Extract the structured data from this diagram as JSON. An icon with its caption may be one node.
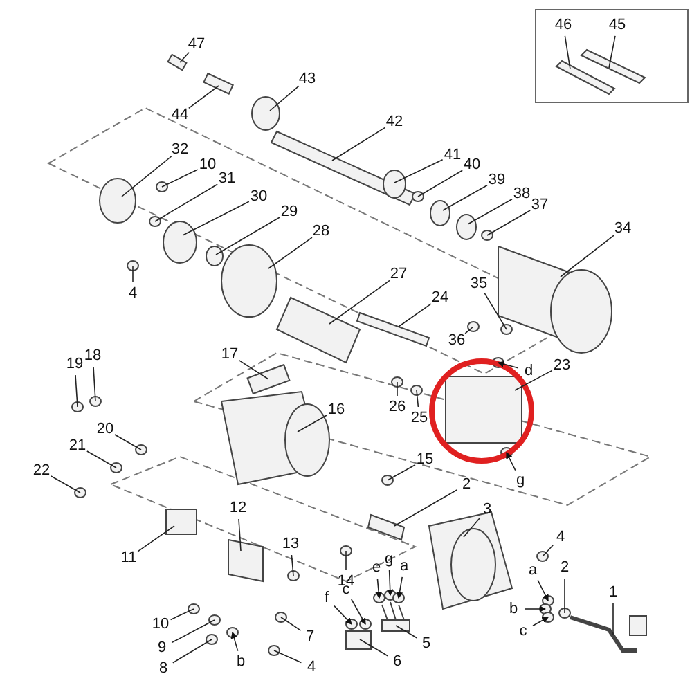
{
  "diagram": {
    "nodes": [
      {
        "text": [
          "46"
        ]
      },
      {
        "text": [
          "45"
        ]
      },
      {
        "text": [
          "47"
        ]
      },
      {
        "text": [
          "43"
        ]
      },
      {
        "text": [
          "44"
        ]
      },
      {
        "text": [
          "42"
        ]
      },
      {
        "text": [
          "32"
        ]
      },
      {
        "text": [
          "10"
        ]
      },
      {
        "text": [
          "31"
        ]
      },
      {
        "text": [
          "41"
        ]
      },
      {
        "text": [
          "40"
        ]
      },
      {
        "text": [
          "30"
        ]
      },
      {
        "text": [
          "39"
        ]
      },
      {
        "text": [
          "29"
        ]
      },
      {
        "text": [
          "38"
        ]
      },
      {
        "text": [
          "37"
        ]
      },
      {
        "text": [
          "28"
        ]
      },
      {
        "text": [
          "34"
        ]
      },
      {
        "text": [
          "4"
        ]
      },
      {
        "text": [
          "27"
        ]
      },
      {
        "text": [
          "35"
        ]
      },
      {
        "text": [
          "24"
        ]
      },
      {
        "text": [
          "36"
        ]
      },
      {
        "text": [
          "17"
        ]
      },
      {
        "text": [
          "18"
        ]
      },
      {
        "text": [
          "19"
        ]
      },
      {
        "text": [
          "23"
        ]
      },
      {
        "text": [
          "d"
        ]
      },
      {
        "text": [
          "16"
        ]
      },
      {
        "text": [
          "26"
        ]
      },
      {
        "text": [
          "25"
        ]
      },
      {
        "text": [
          "20"
        ]
      },
      {
        "text": [
          "21"
        ]
      },
      {
        "text": [
          "22"
        ]
      },
      {
        "text": [
          "15"
        ]
      },
      {
        "text": [
          "g"
        ]
      },
      {
        "text": [
          "2"
        ]
      },
      {
        "text": [
          "12"
        ]
      },
      {
        "text": [
          "3"
        ]
      },
      {
        "text": [
          "11"
        ]
      },
      {
        "text": [
          "13"
        ]
      },
      {
        "text": [
          "4"
        ]
      },
      {
        "text": [
          "14"
        ]
      },
      {
        "text": [
          "e"
        ]
      },
      {
        "text": [
          "g"
        ]
      },
      {
        "text": [
          "a"
        ]
      },
      {
        "text": [
          "a"
        ]
      },
      {
        "text": [
          "2"
        ]
      },
      {
        "text": [
          "f"
        ]
      },
      {
        "text": [
          "c"
        ]
      },
      {
        "text": [
          "1"
        ]
      },
      {
        "text": [
          "b"
        ]
      },
      {
        "text": [
          "c"
        ]
      },
      {
        "text": [
          "10"
        ]
      },
      {
        "text": [
          "7"
        ]
      },
      {
        "text": [
          "9"
        ]
      },
      {
        "text": [
          "5"
        ]
      },
      {
        "text": [
          "8"
        ]
      },
      {
        "text": [
          "b"
        ]
      },
      {
        "text": [
          "6"
        ]
      },
      {
        "text": [
          "4"
        ]
      },
      {
        "text": [],
        "shape": "bar"
      },
      {
        "text": [],
        "shape": "bar"
      },
      {
        "text": [],
        "shape": "bar"
      },
      {
        "text": [],
        "shape": "circle"
      },
      {
        "text": [],
        "shape": "bar"
      },
      {
        "text": [],
        "shape": "bar"
      },
      {
        "text": [],
        "shape": "circle"
      },
      {
        "text": [],
        "shape": "circle"
      },
      {
        "text": [],
        "shape": "circle"
      },
      {
        "text": [],
        "shape": "circle"
      },
      {
        "text": [],
        "shape": "circle"
      },
      {
        "text": [],
        "shape": "circle"
      },
      {
        "text": [],
        "shape": "circle"
      },
      {
        "text": [],
        "shape": "circle"
      },
      {
        "text": [],
        "shape": "circle"
      },
      {
        "text": [],
        "shape": "circle"
      },
      {
        "text": [],
        "shape": "circle"
      },
      {
        "text": [],
        "shape": "cylinder"
      },
      {
        "text": [],
        "shape": "circle"
      },
      {
        "text": [],
        "shape": "box"
      },
      {
        "text": [],
        "shape": "circle"
      },
      {
        "text": [],
        "shape": "bar"
      },
      {
        "text": [],
        "shape": "circle"
      },
      {
        "text": [],
        "shape": "box"
      },
      {
        "text": [],
        "shape": "circle"
      },
      {
        "text": [],
        "shape": "circle"
      },
      {
        "text": [],
        "shape": "box"
      },
      {
        "text": [],
        "shape": "circle"
      },
      {
        "text": [],
        "shape": "cylinder"
      },
      {
        "text": [],
        "shape": "circle"
      },
      {
        "text": [],
        "shape": "circle"
      },
      {
        "text": [],
        "shape": "circle"
      },
      {
        "text": [],
        "shape": "circle"
      },
      {
        "text": [],
        "shape": "circle"
      },
      {
        "text": [],
        "shape": "circle"
      },
      {
        "text": [],
        "shape": "circle"
      },
      {
        "text": [],
        "shape": "bar"
      },
      {
        "text": [],
        "shape": "box"
      },
      {
        "text": [],
        "shape": "cylinder"
      },
      {
        "text": [],
        "shape": "box"
      },
      {
        "text": [],
        "shape": "circle"
      },
      {
        "text": [],
        "shape": "circle"
      },
      {
        "text": [],
        "shape": "circle"
      },
      {
        "text": [],
        "shape": "circle"
      },
      {
        "text": [],
        "shape": "circle"
      },
      {
        "text": [],
        "shape": "circle"
      },
      {
        "text": [],
        "shape": "circle"
      },
      {
        "text": [],
        "shape": "circle"
      },
      {
        "text": [],
        "shape": "circle"
      },
      {
        "text": [],
        "shape": "circle"
      },
      {
        "text": [],
        "shape": "cable"
      },
      {
        "text": [],
        "shape": "circle"
      },
      {
        "text": [],
        "shape": "circle"
      },
      {
        "text": [],
        "shape": "circle"
      },
      {
        "text": [],
        "shape": "circle"
      },
      {
        "text": [],
        "shape": "circle"
      },
      {
        "text": [],
        "shape": "box"
      },
      {
        "text": [],
        "shape": "circle"
      },
      {
        "text": [],
        "shape": "circle"
      },
      {
        "text": [],
        "shape": "box"
      },
      {
        "text": [],
        "shape": "circle"
      }
    ],
    "edges": [
      {
        "from": 0,
        "to": 61,
        "arrow": "none"
      },
      {
        "from": 1,
        "to": 62,
        "arrow": "none"
      },
      {
        "from": 2,
        "to": 63,
        "arrow": "none"
      },
      {
        "from": 3,
        "to": 64,
        "arrow": "none"
      },
      {
        "from": 4,
        "to": 65,
        "arrow": "none"
      },
      {
        "from": 5,
        "to": 66,
        "arrow": "none"
      },
      {
        "from": 6,
        "to": 67,
        "arrow": "none"
      },
      {
        "from": 7,
        "to": 68,
        "arrow": "none"
      },
      {
        "from": 8,
        "to": 69,
        "arrow": "none"
      },
      {
        "from": 9,
        "to": 70,
        "arrow": "none"
      },
      {
        "from": 10,
        "to": 71,
        "arrow": "none"
      },
      {
        "from": 11,
        "to": 72,
        "arrow": "none"
      },
      {
        "from": 12,
        "to": 73,
        "arrow": "none"
      },
      {
        "from": 13,
        "to": 74,
        "arrow": "none"
      },
      {
        "from": 14,
        "to": 75,
        "arrow": "none"
      },
      {
        "from": 15,
        "to": 76,
        "arrow": "none"
      },
      {
        "from": 16,
        "to": 77,
        "arrow": "none"
      },
      {
        "from": 17,
        "to": 78,
        "arrow": "none"
      },
      {
        "from": 18,
        "to": 79,
        "arrow": "none"
      },
      {
        "from": 19,
        "to": 80,
        "arrow": "none"
      },
      {
        "from": 20,
        "to": 81,
        "arrow": "none"
      },
      {
        "from": 21,
        "to": 82,
        "arrow": "none"
      },
      {
        "from": 22,
        "to": 83,
        "arrow": "none"
      },
      {
        "from": 23,
        "to": 84,
        "arrow": "none"
      },
      {
        "from": 24,
        "to": 85,
        "arrow": "none"
      },
      {
        "from": 25,
        "to": 86,
        "arrow": "none"
      },
      {
        "from": 26,
        "to": 87,
        "arrow": "none"
      },
      {
        "from": 27,
        "to": 88,
        "arrow": "to"
      },
      {
        "from": 28,
        "to": 89,
        "arrow": "none"
      },
      {
        "from": 29,
        "to": 90,
        "arrow": "none"
      },
      {
        "from": 30,
        "to": 91,
        "arrow": "none"
      },
      {
        "from": 31,
        "to": 92,
        "arrow": "none"
      },
      {
        "from": 32,
        "to": 93,
        "arrow": "none"
      },
      {
        "from": 33,
        "to": 94,
        "arrow": "none"
      },
      {
        "from": 34,
        "to": 95,
        "arrow": "none"
      },
      {
        "from": 35,
        "to": 96,
        "arrow": "to"
      },
      {
        "from": 36,
        "to": 97,
        "arrow": "none"
      },
      {
        "from": 37,
        "to": 98,
        "arrow": "none"
      },
      {
        "from": 38,
        "to": 99,
        "arrow": "none"
      },
      {
        "from": 39,
        "to": 100,
        "arrow": "none"
      },
      {
        "from": 40,
        "to": 101,
        "arrow": "none"
      },
      {
        "from": 41,
        "to": 102,
        "arrow": "none"
      },
      {
        "from": 42,
        "to": 103,
        "arrow": "none"
      },
      {
        "from": 43,
        "to": 104,
        "arrow": "to"
      },
      {
        "from": 44,
        "to": 105,
        "arrow": "to"
      },
      {
        "from": 45,
        "to": 106,
        "arrow": "to"
      },
      {
        "from": 46,
        "to": 107,
        "arrow": "to"
      },
      {
        "from": 47,
        "to": 108,
        "arrow": "none"
      },
      {
        "from": 48,
        "to": 109,
        "arrow": "to"
      },
      {
        "from": 49,
        "to": 110,
        "arrow": "to"
      },
      {
        "from": 50,
        "to": 111,
        "arrow": "none"
      },
      {
        "from": 51,
        "to": 112,
        "arrow": "to"
      },
      {
        "from": 52,
        "to": 113,
        "arrow": "to"
      },
      {
        "from": 53,
        "to": 114,
        "arrow": "none"
      },
      {
        "from": 54,
        "to": 115,
        "arrow": "none"
      },
      {
        "from": 55,
        "to": 116,
        "arrow": "none"
      },
      {
        "from": 56,
        "to": 117,
        "arrow": "none"
      },
      {
        "from": 57,
        "to": 118,
        "arrow": "none"
      },
      {
        "from": 58,
        "to": 119,
        "arrow": "to"
      },
      {
        "from": 59,
        "to": 120,
        "arrow": "none"
      },
      {
        "from": 60,
        "to": 121,
        "arrow": "none"
      }
    ]
  }
}
